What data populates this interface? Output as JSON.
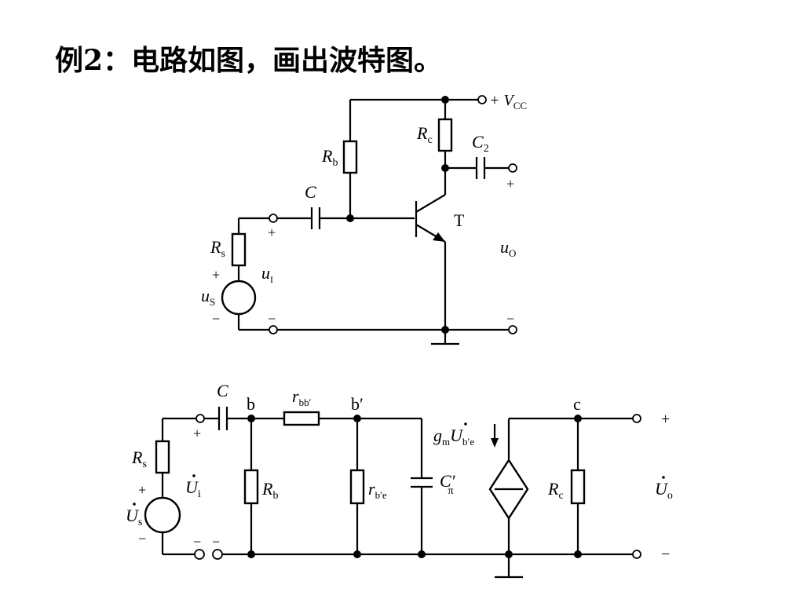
{
  "title": "例2：电路如图，画出波特图。",
  "circuit1": {
    "labels": {
      "vcc": "+ V",
      "vcc_sub": "CC",
      "rb": "R",
      "rb_sub": "b",
      "rc": "R",
      "rc_sub": "c",
      "c2": "C",
      "c2_sub": "2",
      "c": "C",
      "transistor": "T",
      "rs": "R",
      "rs_sub": "s",
      "us": "u",
      "us_sub": "S",
      "ui": "u",
      "ui_sub": "I",
      "uo": "u",
      "uo_sub": "O",
      "plus": "+",
      "minus": "−"
    }
  },
  "circuit2": {
    "labels": {
      "c": "C",
      "node_b": "b",
      "node_bp": "b′",
      "node_c": "c",
      "rbb": "r",
      "rbb_sub": "bb′",
      "rb": "R",
      "rb_sub": "b",
      "rbe": "r",
      "rbe_sub": "b′e",
      "cpi": "C′",
      "cpi_sub": "π",
      "gm": "g",
      "gm_sub": "m",
      "ube": "U",
      "ube_sub": "b′e",
      "rc": "R",
      "rc_sub": "c",
      "rs": "R",
      "rs_sub": "s",
      "us": "U",
      "us_sub": "s",
      "ui": "U",
      "ui_sub": "i",
      "uo": "U",
      "uo_sub": "o",
      "plus": "+",
      "minus": "−"
    }
  }
}
